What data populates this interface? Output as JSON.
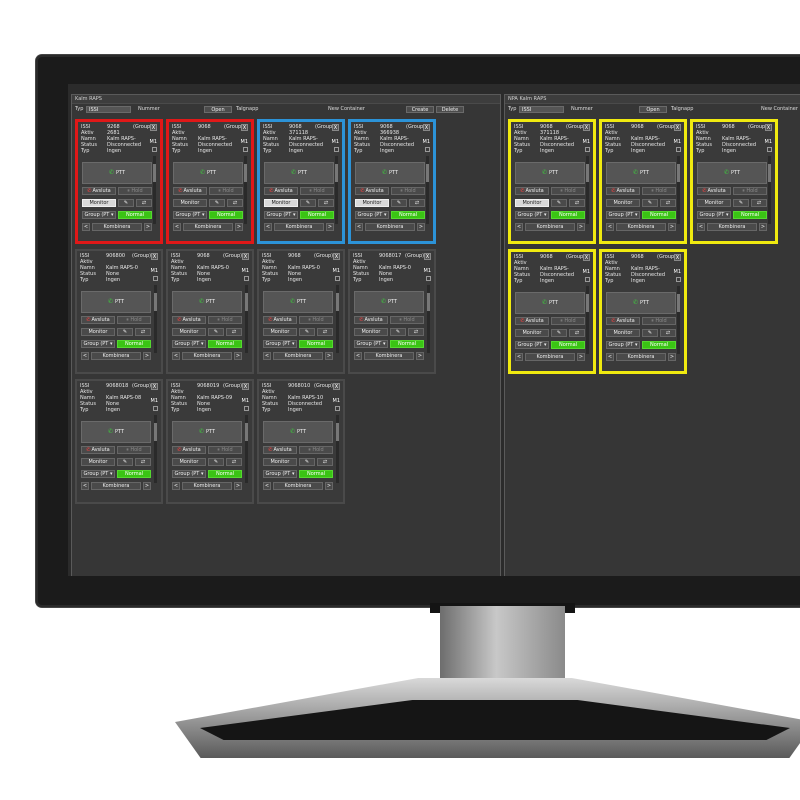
{
  "left_window": {
    "title": "Kalm RAPS",
    "type_label": "Typ",
    "type_value": "ISSI",
    "number_label": "Nummer",
    "open_label": "Open",
    "dial_label": "Talgnapp",
    "new_container_label": "New Container",
    "create_label": "Create",
    "delete_label": "Delete"
  },
  "right_window": {
    "title": "NPA Kalm RAPS",
    "type_label": "Typ",
    "type_value": "ISSI",
    "number_label": "Nummer",
    "open_label": "Open",
    "dial_label": "Talgnapp",
    "new_container_label": "New Container"
  },
  "labels": {
    "issi": "ISSI",
    "aktiv": "Aktiv",
    "namn": "Namn",
    "status": "Status",
    "typ": "Typ",
    "close": "X",
    "m1": "M1",
    "ptt": "PTT",
    "avsluta": "Avsluta",
    "hold": "Hold",
    "monitor": "Monitor",
    "group_pt": "Group (PT",
    "normal": "Normal",
    "kombinera": "Kombinera",
    "prev": "<",
    "next": ">"
  },
  "left_cards": [
    {
      "issi": "9268",
      "group": "(Group)",
      "aktiv": "2681",
      "namn": "Kalm RAPS-",
      "status": "Disconnected",
      "typ": "Ingen",
      "border": "red"
    },
    {
      "issi": "9068",
      "group": "(Group)",
      "aktiv": "",
      "namn": "Kalm RAPS-",
      "status": "Disconnected",
      "typ": "Ingen",
      "border": "red"
    },
    {
      "issi": "9068",
      "group": "(Group)",
      "aktiv": "371118",
      "namn": "Kalm RAPS-",
      "status": "Disconnected",
      "typ": "Ingen",
      "border": "blue"
    },
    {
      "issi": "9068",
      "group": "(Group)",
      "aktiv": "366938",
      "namn": "Kalm RAPS-",
      "status": "Disconnected",
      "typ": "Ingen",
      "border": "blue"
    },
    {
      "issi": "906800",
      "group": "(Group)",
      "aktiv": "",
      "namn": "Kalm RAPS-0",
      "status": "None",
      "typ": "Ingen",
      "border": "plain"
    },
    {
      "issi": "9068",
      "group": "(Group)",
      "aktiv": "",
      "namn": "Kalm RAPS-0",
      "status": "None",
      "typ": "Ingen",
      "border": "plain"
    },
    {
      "issi": "9068",
      "group": "(Group)",
      "aktiv": "",
      "namn": "Kalm RAPS-0",
      "status": "None",
      "typ": "Ingen",
      "border": "plain"
    },
    {
      "issi": "9068017",
      "group": "(Group)",
      "aktiv": "",
      "namn": "Kalm RAPS-0",
      "status": "None",
      "typ": "Ingen",
      "border": "plain"
    },
    {
      "issi": "9068018",
      "group": "(Group)",
      "aktiv": "",
      "namn": "Kalm RAPS-08",
      "status": "None",
      "typ": "Ingen",
      "border": "plain"
    },
    {
      "issi": "9068019",
      "group": "(Group)",
      "aktiv": "",
      "namn": "Kalm RAPS-09",
      "status": "None",
      "typ": "Ingen",
      "border": "plain"
    },
    {
      "issi": "9068010",
      "group": "(Group)",
      "aktiv": "",
      "namn": "Kalm RAPS-10",
      "status": "Disconnected",
      "typ": "Ingen",
      "border": "plain"
    }
  ],
  "right_cards": [
    {
      "issi": "9068",
      "group": "(Group)",
      "aktiv": "371118",
      "namn": "Kalm RAPS-",
      "status": "Disconnected",
      "typ": "Ingen",
      "border": "yellow"
    },
    {
      "issi": "9068",
      "group": "(Group)",
      "aktiv": "",
      "namn": "Kalm RAPS-",
      "status": "Disconnected",
      "typ": "Ingen",
      "border": "yellow"
    },
    {
      "issi": "9068",
      "group": "(Group)",
      "aktiv": "",
      "namn": "Kalm RAPS-",
      "status": "Disconnected",
      "typ": "Ingen",
      "border": "yellow"
    },
    {
      "issi": "9068",
      "group": "(Group)",
      "aktiv": "",
      "namn": "Kalm RAPS-",
      "status": "Disconnected",
      "typ": "Ingen",
      "border": "yellow"
    },
    {
      "issi": "9068",
      "group": "(Group)",
      "aktiv": "",
      "namn": "Kalm RAPS-",
      "status": "Disconnected",
      "typ": "Ingen",
      "border": "yellow"
    }
  ]
}
